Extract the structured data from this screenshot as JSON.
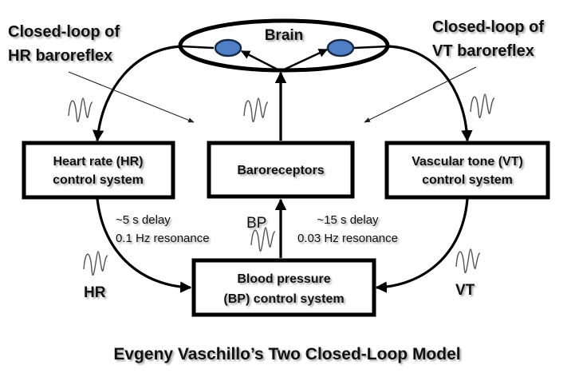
{
  "title": "Evgeny Vaschillo’s Two Closed-Loop Model",
  "annotations": {
    "hr_loop": [
      "Closed-loop of",
      "HR baroreflex"
    ],
    "vt_loop": [
      "Closed-loop of",
      "VT baroreflex"
    ],
    "hr_delay": [
      "~5 s delay",
      "0.1 Hz resonance"
    ],
    "vt_delay": [
      "~15 s delay",
      "0.03 Hz resonance"
    ]
  },
  "nodes": {
    "brain": "Brain",
    "hr_box": [
      "Heart rate (HR)",
      "control system"
    ],
    "baroreceptors": "Baroreceptors",
    "vt_box": [
      "Vascular tone (VT)",
      "control system"
    ],
    "bp_box": [
      "Blood pressure",
      "(BP) control system"
    ]
  },
  "signals": {
    "hr": "HR",
    "bp": "BP",
    "vt": "VT"
  },
  "colors": {
    "node_fill": "#4f7fc4",
    "line": "#000000",
    "wave": "#555555"
  }
}
